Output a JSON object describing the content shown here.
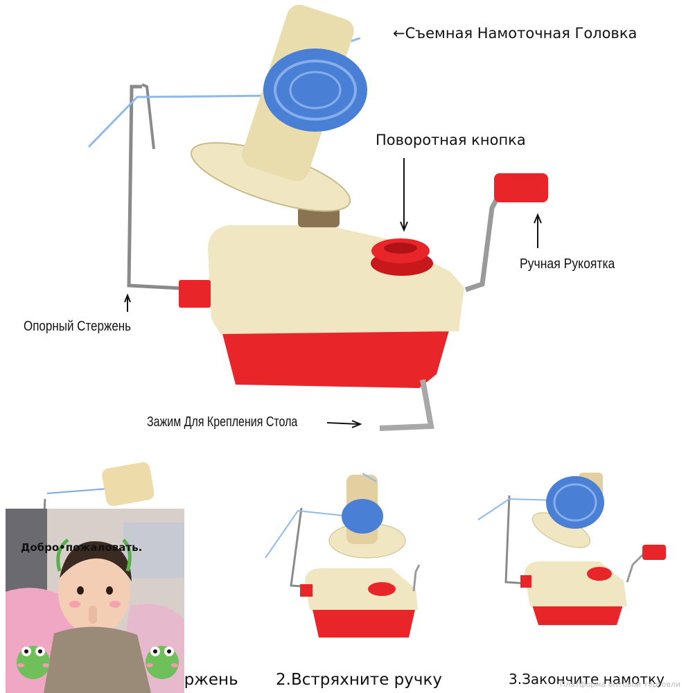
{
  "labels": {
    "head": "←Съемная Намоточная Головка",
    "knob": "Поворотная кнопка",
    "handle": "Ручная Рукоятка",
    "rod": "Опорный Стержень",
    "clamp": "Зажим Для Крепления Стола"
  },
  "steps": {
    "step1": "1.Через опорный стержень",
    "step2": "2.Встряхните ручку",
    "step3": "3.Закончите намотку"
  },
  "overlay": {
    "welcome": "Добро•пожаловать."
  },
  "watermark": "Платформа оптовой торговли",
  "colors": {
    "cream": "#f0e6c2",
    "red": "#e8262a",
    "yarn": "#4a7fd6"
  }
}
